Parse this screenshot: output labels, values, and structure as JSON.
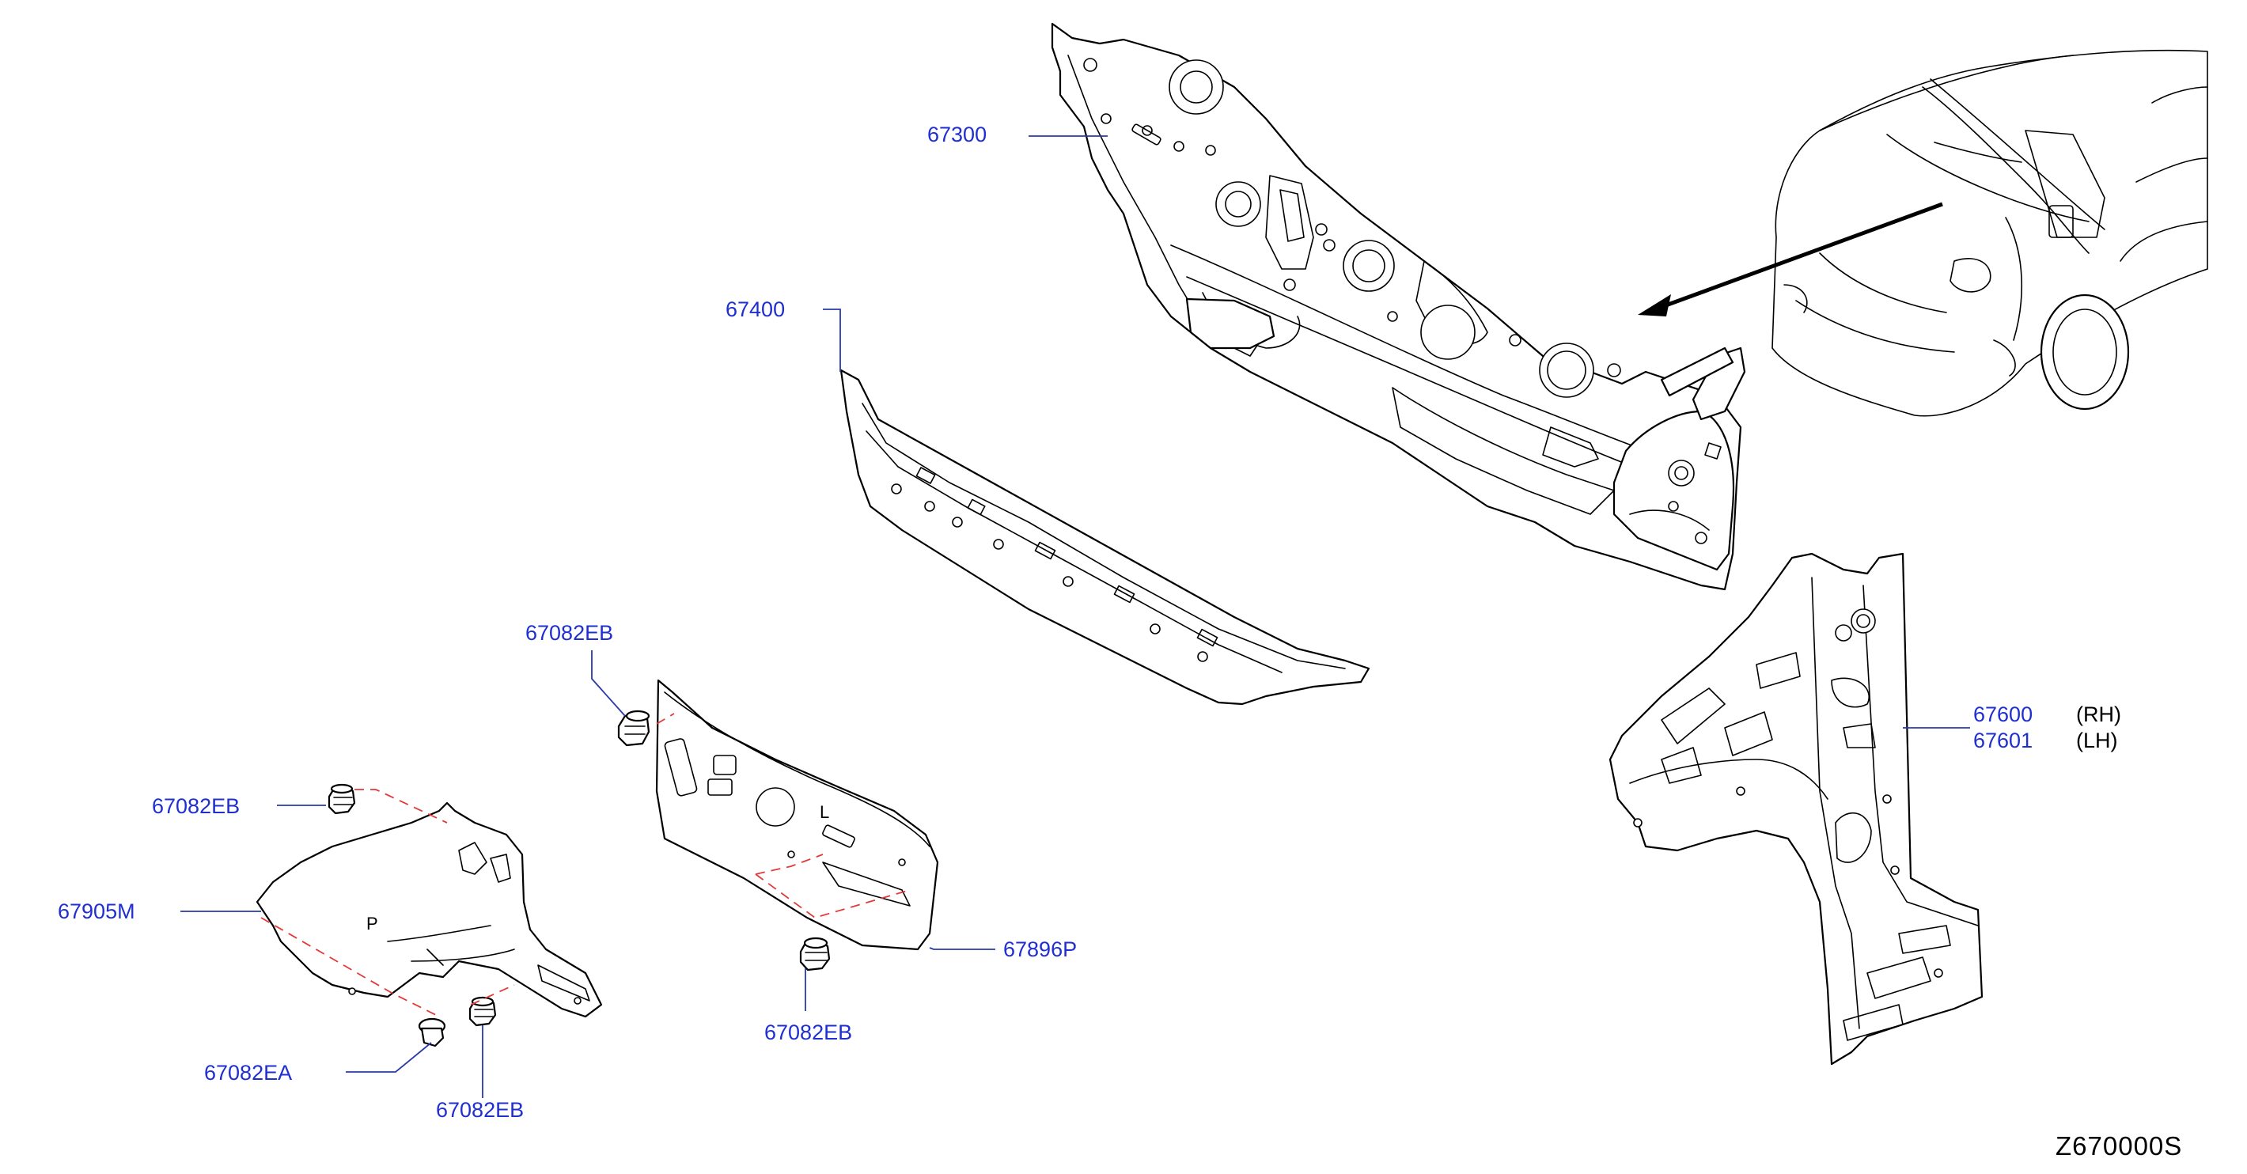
{
  "callouts": {
    "p67300": "67300",
    "p67400": "67400",
    "p67082eb_a": "67082EB",
    "p67082eb_b": "67082EB",
    "p67905m": "67905M",
    "p67082ea": "67082EA",
    "p67082eb_c": "67082EB",
    "p67082eb_d": "67082EB",
    "p67896p": "67896P",
    "p67600": "67600",
    "p67601": "67601"
  },
  "sides": {
    "rh": "(RH)",
    "lh": "(LH)"
  },
  "embossed_letters": {
    "insulator_left": "P",
    "insulator_center": "L"
  },
  "diagram_code": "Z670000S",
  "colors": {
    "callout_text": "#1f2fd0",
    "leader_line": "#2a3aa8",
    "fastener_dash": "#e23a3a",
    "outline": "#000000"
  }
}
